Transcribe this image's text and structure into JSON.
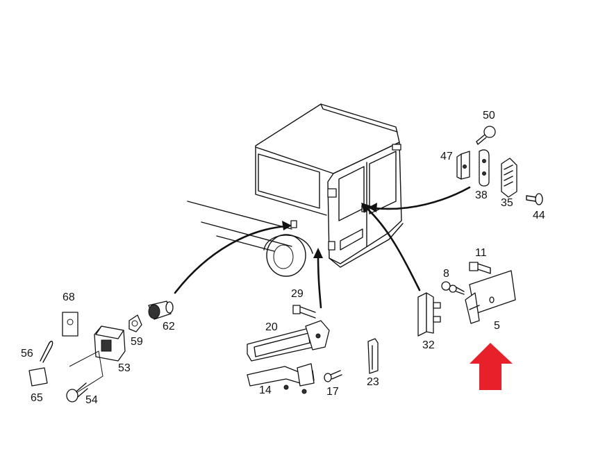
{
  "callouts": {
    "p50": "50",
    "p47": "47",
    "p38": "38",
    "p35": "35",
    "p44": "44",
    "p11": "11",
    "p8": "8",
    "p5": "5",
    "p32": "32",
    "p23": "23",
    "p29": "29",
    "p20": "20",
    "p14": "14",
    "p17": "17",
    "p68": "68",
    "p59": "59",
    "p62": "62",
    "p53": "53",
    "p56": "56",
    "p65": "65",
    "p54": "54"
  },
  "highlight": {
    "arrow_color": "#e8202a"
  }
}
